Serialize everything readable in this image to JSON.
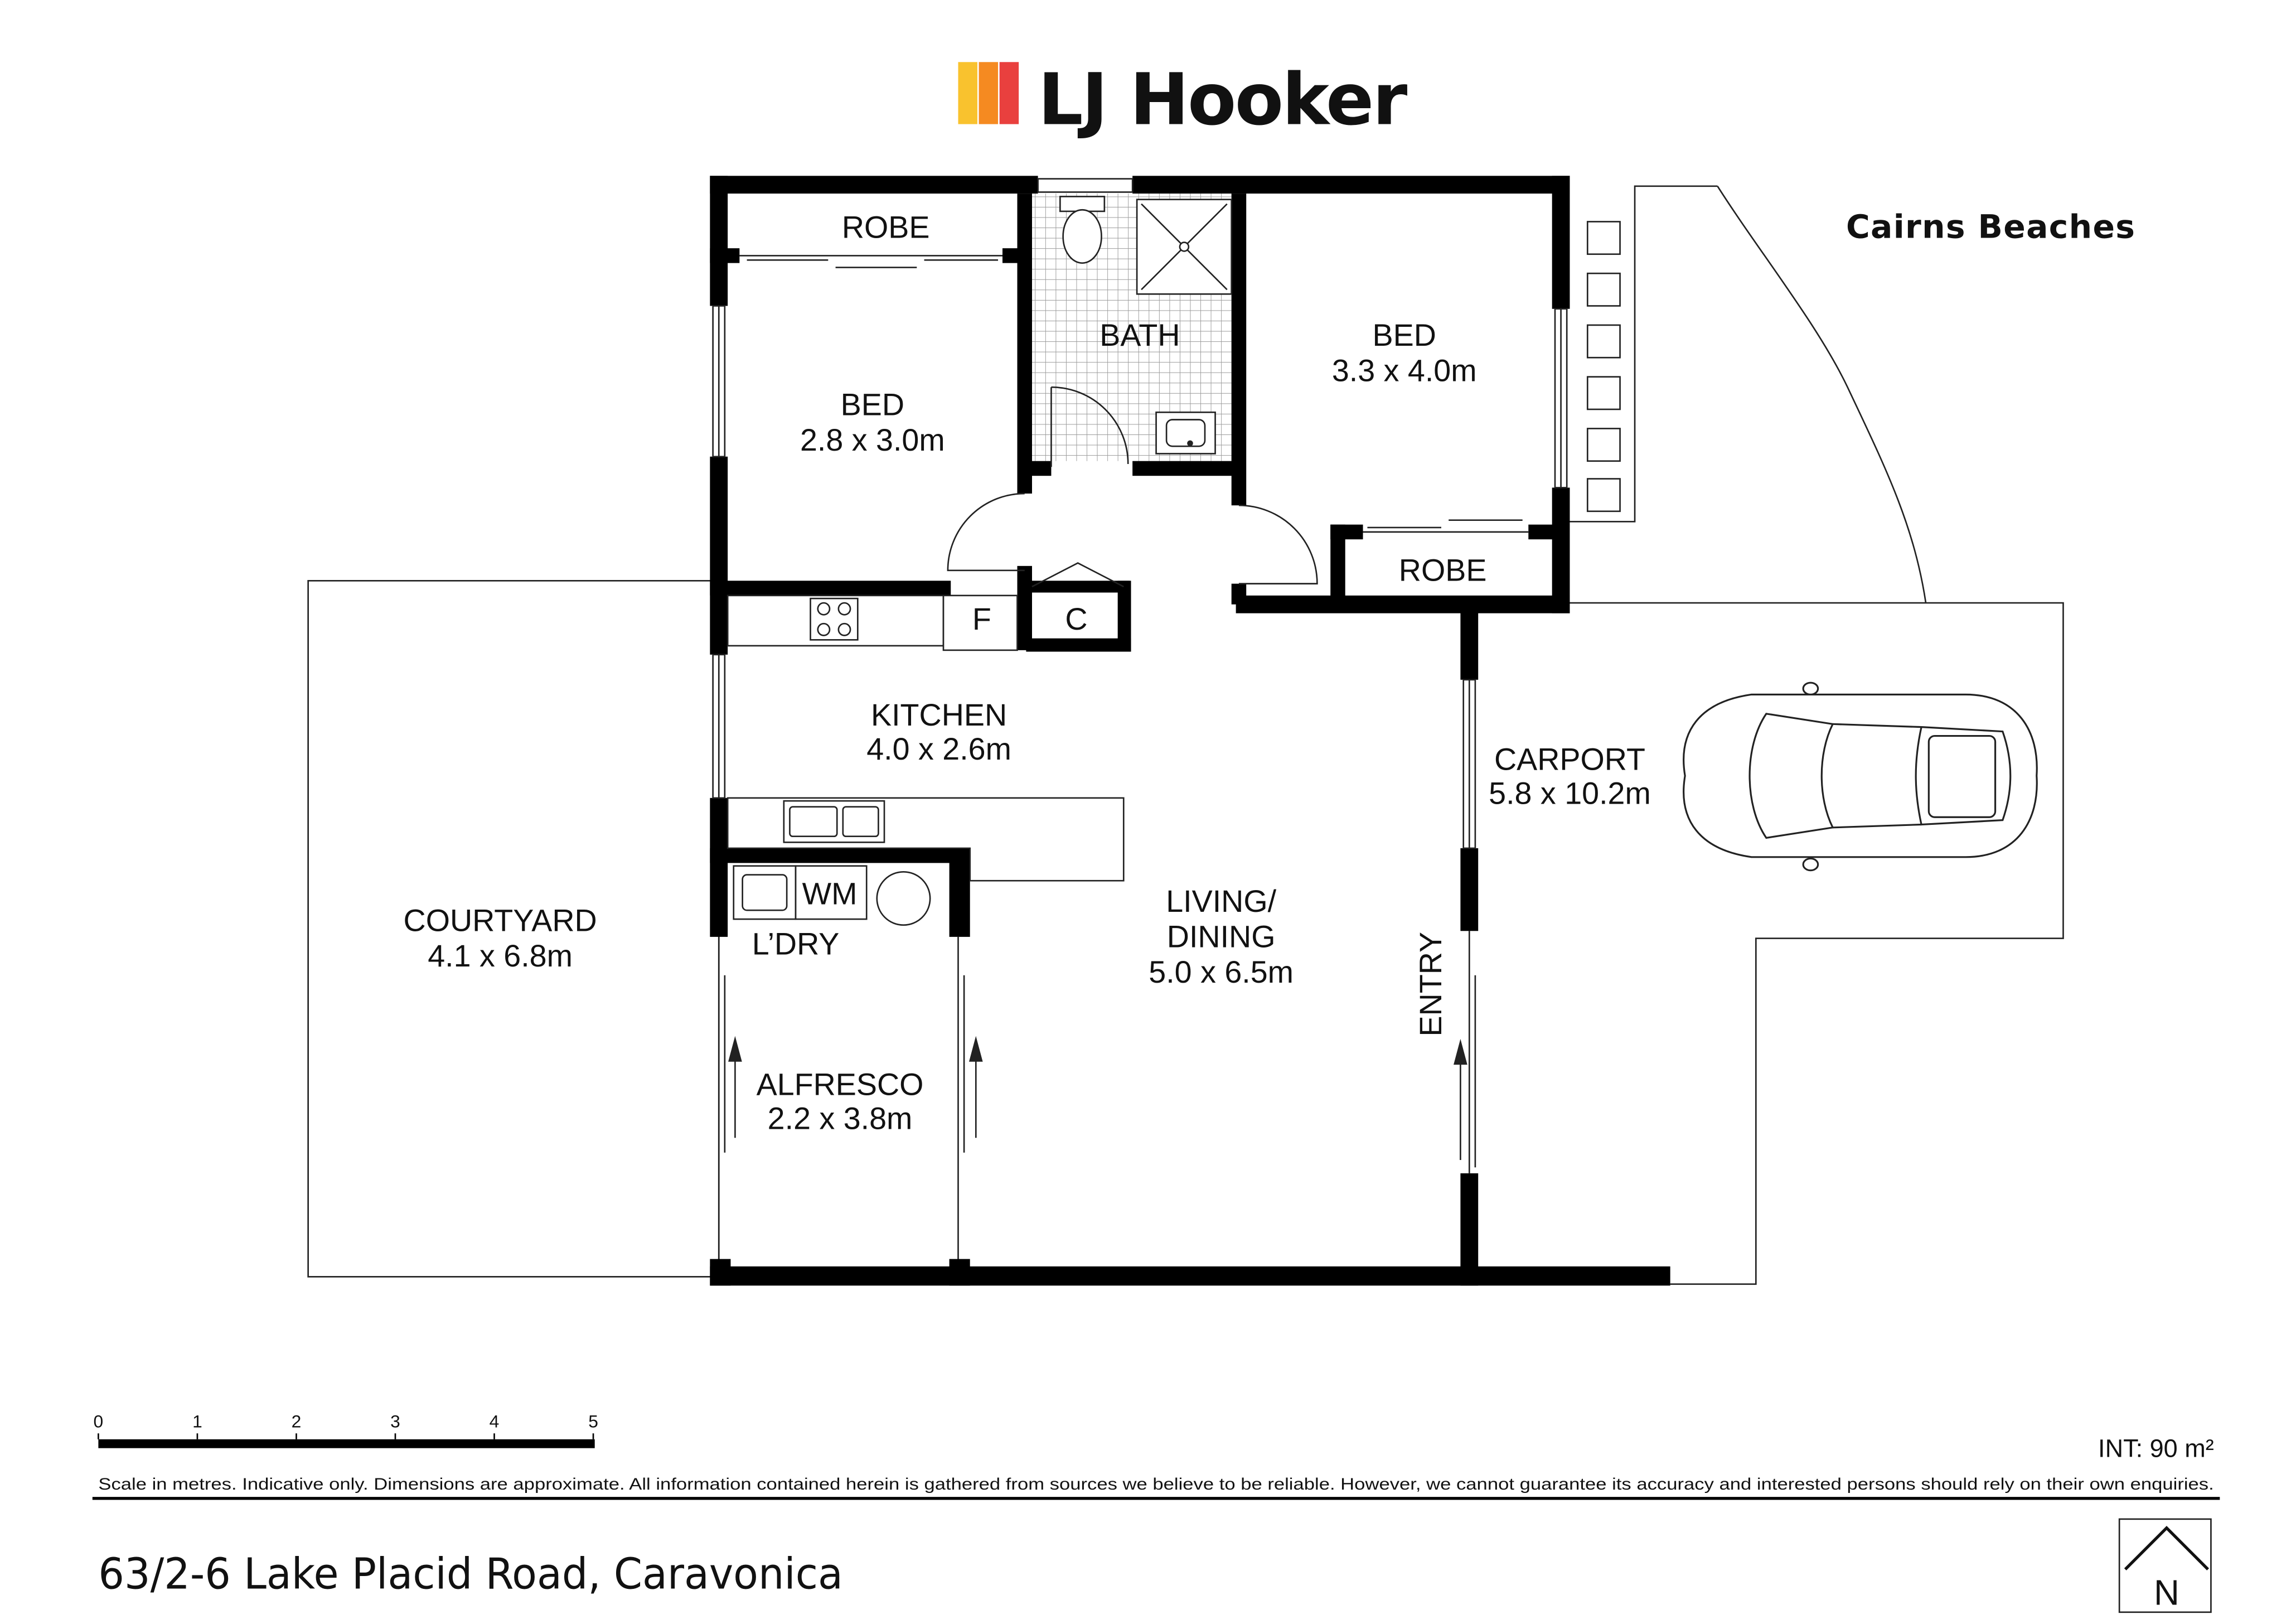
{
  "brand": {
    "name": "LJ Hooker",
    "colors": [
      "#F9C22E",
      "#F58A21",
      "#E9403E"
    ]
  },
  "region": "Cairns Beaches",
  "rooms": {
    "robe_1": "ROBE",
    "bath": "BATH",
    "bed_1": {
      "name": "BED",
      "size": "2.8 x 3.0m"
    },
    "bed_2": {
      "name": "BED",
      "size": "3.3 x 4.0m"
    },
    "robe_2": "ROBE",
    "fridge": "F",
    "cupboard": "C",
    "kitchen": {
      "name": "KITCHEN",
      "size": "4.0 x 2.6m"
    },
    "carport": {
      "name": "CARPORT",
      "size": "5.8 x 10.2m"
    },
    "washing_machine": "WM",
    "laundry": "L’DRY",
    "courtyard": {
      "name": "COURTYARD",
      "size": "4.1 x 6.8m"
    },
    "living": {
      "name1": "LIVING/",
      "name2": "DINING",
      "size": "5.0 x 6.5m"
    },
    "entry": "ENTRY",
    "alfresco": {
      "name": "ALFRESCO",
      "size": "2.2 x 3.8m"
    }
  },
  "scale": {
    "ticks": [
      "0",
      "1",
      "2",
      "3",
      "4",
      "5"
    ]
  },
  "area": "INT: 90 m²",
  "disclaimer": "Scale in metres. Indicative only. Dimensions are approximate. All information contained herein is gathered from sources we believe to be reliable. However, we cannot guarantee its accuracy and interested persons should rely on their own enquiries.",
  "address": "63/2-6 Lake Placid Road, Caravonica",
  "compass": {
    "letter": "N",
    "icon": "north-arrow-icon"
  }
}
